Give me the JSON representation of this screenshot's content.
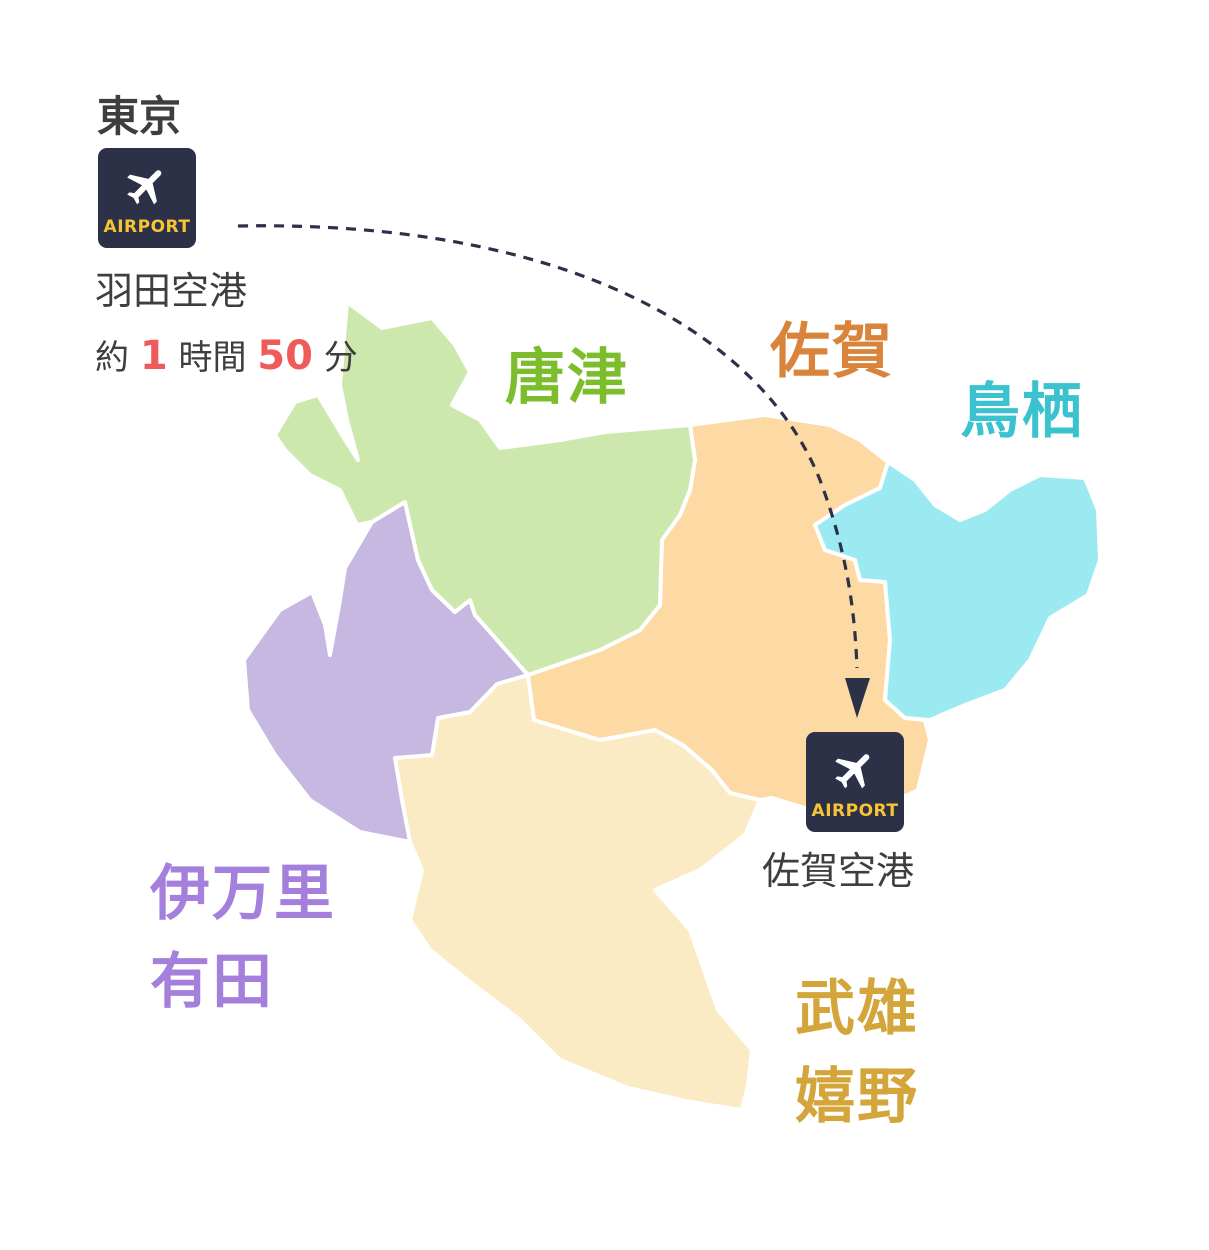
{
  "origin": {
    "city": "東京",
    "airport_name": "羽田空港",
    "badge_text": "AIRPORT",
    "travel_time": {
      "prefix": "約",
      "hours": "1",
      "hours_unit": "時間",
      "minutes": "50",
      "minutes_unit": "分"
    }
  },
  "destination": {
    "airport_name": "佐賀空港",
    "badge_text": "AIRPORT"
  },
  "regions": {
    "karatsu": {
      "label": "唐津",
      "color": "#cde8ad",
      "label_color": "#7cbd2c"
    },
    "saga": {
      "label": "佐賀",
      "color": "#fdd9a4",
      "label_color": "#d9843a"
    },
    "tosu": {
      "label": "鳥栖",
      "color": "#9ceaf1",
      "label_color": "#3bc2cf"
    },
    "imari_arita": {
      "label_line1": "伊万里",
      "label_line2": "有田",
      "color": "#c6b8e1",
      "label_color": "#a57fdc"
    },
    "takeo_ureshino": {
      "label_line1": "武雄",
      "label_line2": "嬉野",
      "color": "#fbebc5",
      "label_color": "#d4a53a"
    }
  },
  "colors": {
    "airport_badge": "#2c3148",
    "airport_text": "#f7c432",
    "route_line": "#2c3148",
    "highlight_number": "#ef5a5a",
    "dark_text": "#3e3e3e"
  },
  "icons": {
    "airport": "airplane-icon",
    "route": "dashed-arrow"
  }
}
